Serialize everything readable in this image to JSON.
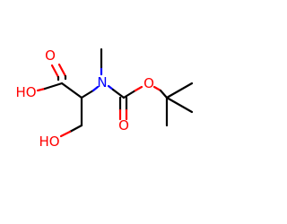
{
  "molecule": {
    "atoms": {
      "carbonyl_oxygen": "O",
      "hydroxyl_acid": "HO",
      "nitrogen": "N",
      "hydroxyl_side": "HO",
      "ester_oxygen_top": "O",
      "ester_oxygen_bottom": "O"
    },
    "colors": {
      "oxygen": "#ff0000",
      "nitrogen": "#0000ff",
      "carbon": "#000000"
    }
  }
}
